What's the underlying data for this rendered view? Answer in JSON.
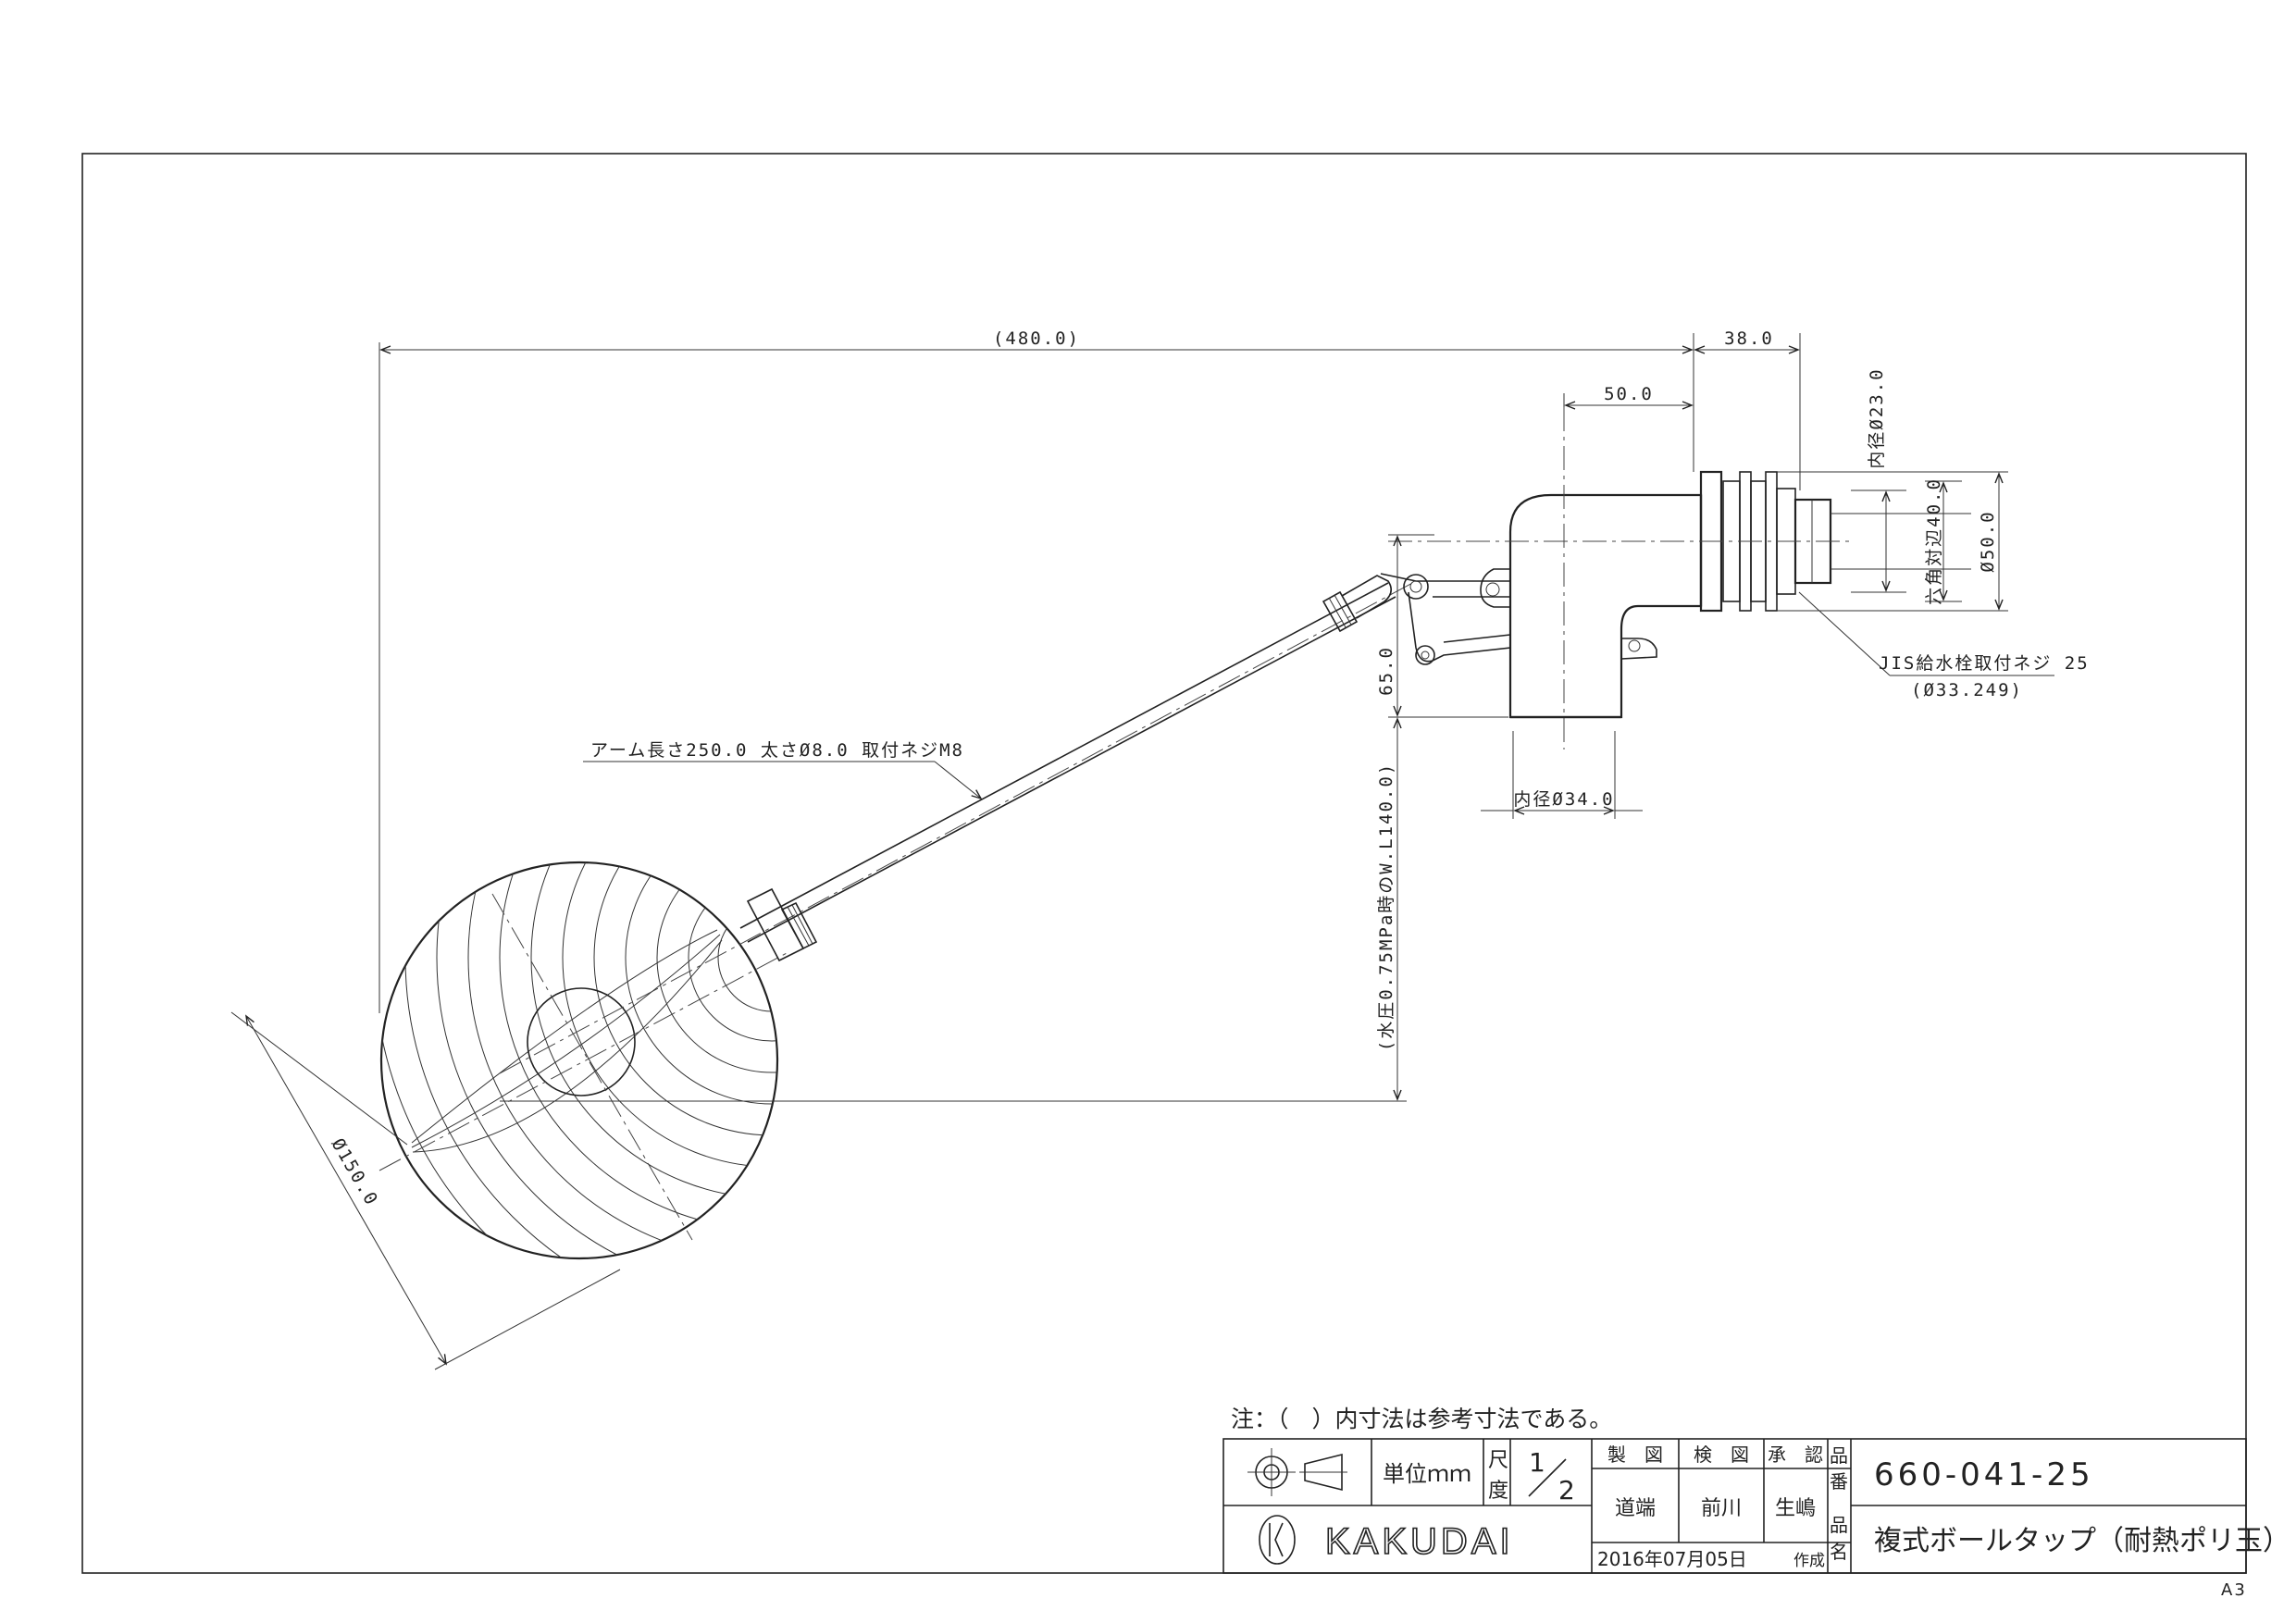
{
  "dimensions": {
    "overall_length": "(480.0)",
    "body_length": "38.0",
    "offset": "50.0",
    "inner_dia_top": "内径Ø23.0",
    "hex_across": "六角対辺40.0",
    "outer_dia": "Ø50.0",
    "height": "65.0",
    "water_level": "(水圧0.75MPa時のW.L140.0)",
    "outlet_inner_dia": "内径Ø34.0",
    "ball_dia": "Ø150.0"
  },
  "annotations": {
    "arm": "アーム長さ250.0 太さØ8.0 取付ネジM8",
    "thread": "JIS給水栓取付ネジ 25",
    "thread_dia": "(Ø33.249)"
  },
  "note": "注：（　）内寸法は参考寸法である。",
  "title_block": {
    "unit": "単位ｍｍ",
    "scale_label_1": "尺",
    "scale_label_2": "度",
    "scale_num": "1",
    "scale_den": "2",
    "drawn_label": "製　図",
    "checked_label": "検　図",
    "approved_label": "承　認",
    "drawn_by": "道端",
    "checked_by": "前川",
    "approved_by": "生嶋",
    "date": "2016年07月05日",
    "created_label": "作成",
    "part_no_label_1": "品",
    "part_no_label_2": "番",
    "part_no": "660-041-25",
    "name_label_1": "品",
    "name_label_2": "名",
    "product_name": "複式ボールタップ（耐熱ポリ玉）",
    "company": "KAKUDAI"
  },
  "sheet_size": "A3"
}
